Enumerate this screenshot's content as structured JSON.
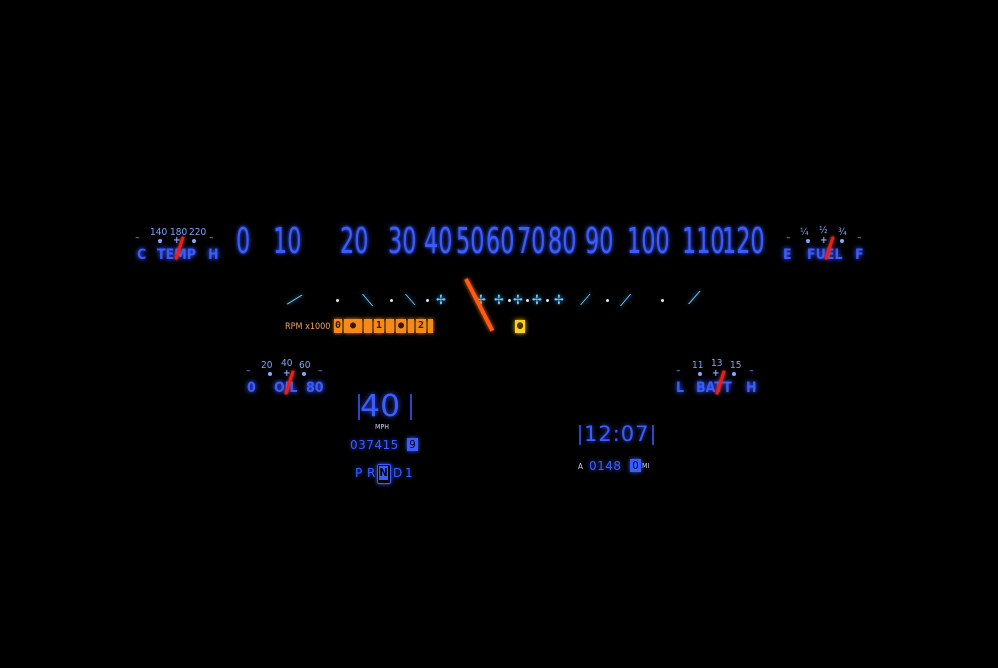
{
  "speedometer": {
    "numbers": [
      "0",
      "10",
      "20",
      "30",
      "40",
      "50",
      "60",
      "70",
      "80",
      "90",
      "100",
      "110",
      "120"
    ],
    "digital_speed": "40",
    "unit": "MPH",
    "odometer": "037415",
    "odometer_tenth": "9",
    "gear_positions": [
      "P",
      "R",
      "N",
      "D",
      "1"
    ],
    "selected_gear": "N"
  },
  "temp_gauge": {
    "label": "TEMP",
    "left": "C",
    "right": "H",
    "ticks": [
      "140",
      "180",
      "220"
    ],
    "level": 0.55
  },
  "fuel_gauge": {
    "label": "FUEL",
    "left": "E",
    "right": "F",
    "ticks": [
      "¼",
      "½",
      "¾"
    ],
    "level": 0.55
  },
  "oil_gauge": {
    "label": "OIL",
    "left": "0",
    "right": "80",
    "ticks": [
      "20",
      "40",
      "60"
    ],
    "level": 0.5
  },
  "batt_gauge": {
    "label": "BATT",
    "left": "L",
    "right": "H",
    "ticks": [
      "11",
      "13",
      "15"
    ],
    "level": 0.55
  },
  "tachometer": {
    "label": "RPM x1000",
    "cells": [
      "0",
      "1",
      "2"
    ],
    "warning": "8"
  },
  "clock": {
    "time": "12:07"
  },
  "tripmeter": {
    "prefix": "A",
    "value": "0148",
    "tenth": "0",
    "unit": "MI"
  },
  "colors": {
    "gauge_blue": "#3b5cff",
    "needle_red": "#e8201b",
    "rpm_orange": "#f48a1a",
    "warning_yellow": "#ffd21a",
    "tach_marks": "#6fd0ff"
  }
}
